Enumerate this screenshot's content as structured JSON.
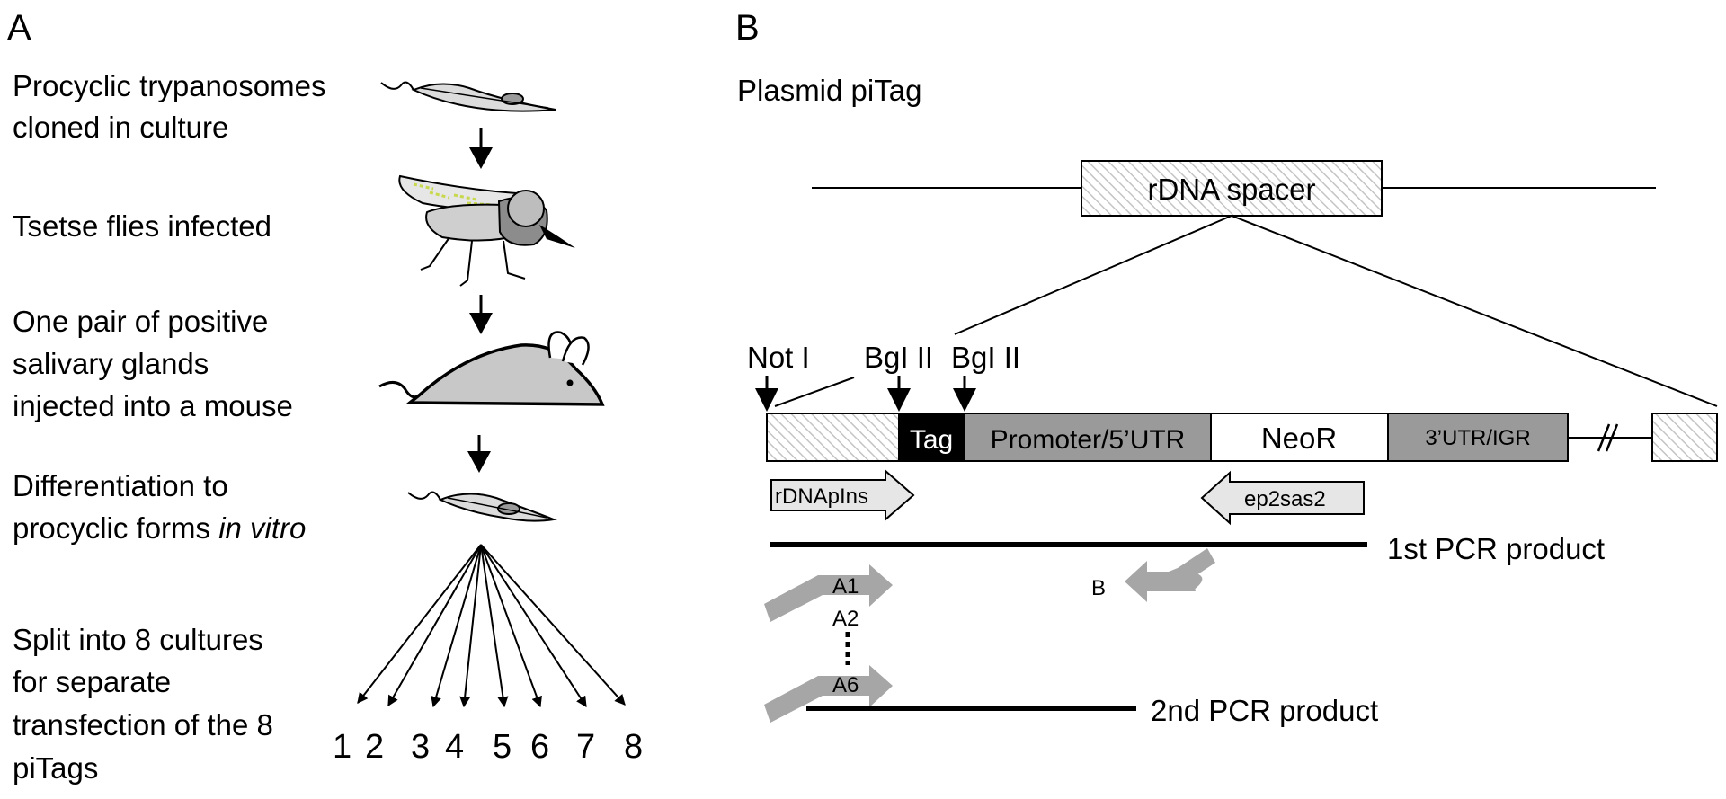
{
  "panel_a": {
    "label": "A",
    "steps": [
      {
        "lines": [
          "Procyclic trypanosomes",
          "cloned in culture"
        ]
      },
      {
        "lines": [
          "Tsetse flies infected"
        ]
      },
      {
        "lines": [
          "One pair of positive",
          "salivary glands",
          "injected into a mouse"
        ]
      },
      {
        "lines": [
          "Differentiation to",
          "procyclic forms "
        ],
        "italic": "in vitro"
      },
      {
        "lines": [
          "Split into 8 cultures",
          "for separate",
          "transfection of the 8",
          "piTags"
        ]
      }
    ],
    "culture_numbers": [
      "1",
      "2",
      "3",
      "4",
      "5",
      "6",
      "7",
      "8"
    ]
  },
  "panel_b": {
    "label": "B",
    "title": "Plasmid piTag",
    "spacer_label": "rDNA spacer",
    "sites": [
      "Not I",
      "BgI II",
      "BgI II"
    ],
    "segments": {
      "tag": "Tag",
      "promoter": "Promoter/5’UTR",
      "neor": "NeoR",
      "utr3": "3’UTR/IGR"
    },
    "primers": {
      "forward": "rDNApIns",
      "reverse": "ep2sas2",
      "a1": "A1",
      "a2": "A2",
      "a6": "A6",
      "b": "B"
    },
    "products": [
      "1st PCR product",
      "2nd PCR product"
    ]
  },
  "colors": {
    "gray_fill": "#9a9a9a",
    "light_gray": "#e6e6e6",
    "arrow_gray": "#a6a6a6",
    "hatch": "#c4c4c4",
    "black": "#000000"
  }
}
